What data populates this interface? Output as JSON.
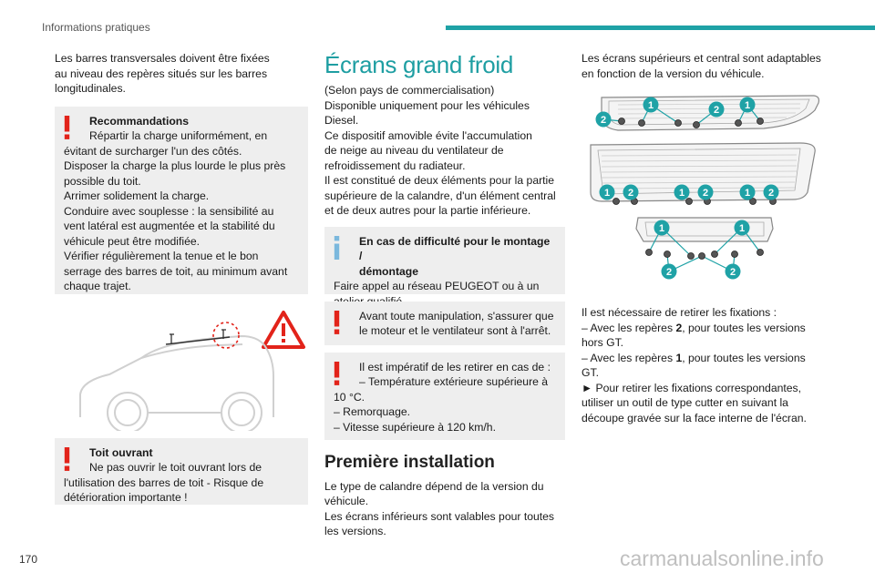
{
  "header": {
    "title": "Informations pratiques"
  },
  "page_number": "170",
  "watermark": "carmanualsonline.info",
  "col1": {
    "intro": [
      "Les barres transversales doivent être fixées",
      "au niveau des repères situés sur les barres",
      "longitudinales."
    ],
    "reco": {
      "title": "Recommandations",
      "first": "Répartir la charge uniformément, en",
      "lines": [
        "évitant de surcharger l'un des côtés.",
        "Disposer la charge la plus lourde le plus près",
        "possible du toit.",
        "Arrimer solidement la charge.",
        "Conduire avec souplesse : la sensibilité au",
        "vent latéral est augmentée et la stabilité du",
        "véhicule peut être modifiée.",
        "Vérifier régulièrement la tenue et le bon",
        "serrage des barres de toit, au minimum avant",
        "chaque trajet."
      ]
    },
    "roof": {
      "title": "Toit ouvrant",
      "first": "Ne pas ouvrir le toit ouvrant lors de",
      "lines": [
        "l'utilisation des barres de toit - Risque de",
        "détérioration importante !"
      ]
    }
  },
  "col2": {
    "heading": "Écrans grand froid",
    "body": [
      "(Selon pays de commercialisation)",
      "Disponible uniquement pour les véhicules",
      "Diesel.",
      "Ce dispositif amovible évite l'accumulation",
      "de neige au niveau du ventilateur de",
      "refroidissement du radiateur.",
      "Il est constitué de deux éléments pour la partie",
      "supérieure de la calandre, d'un élément central",
      "et de deux autres pour la partie inférieure."
    ],
    "info": {
      "title1": "En cas de difficulté pour le montage /",
      "title2": "démontage",
      "lines": [
        "Faire appel au réseau PEUGEOT ou à un",
        "atelier qualifié."
      ]
    },
    "warn1": {
      "lines": [
        "Avant toute manipulation, s'assurer que",
        "le moteur et le ventilateur sont à l'arrêt."
      ]
    },
    "warn2": {
      "first": "Il est impératif de les retirer en cas de :",
      "second": "–  Température extérieure supérieure à",
      "lines": [
        "10 °C.",
        "–  Remorquage.",
        "–  Vitesse supérieure à 120 km/h."
      ]
    },
    "heading2": "Première installation",
    "body2": [
      "Le type de calandre dépend de la version du",
      "véhicule.",
      "Les écrans inférieurs sont valables pour toutes",
      "les versions."
    ]
  },
  "col3": {
    "intro": [
      "Les écrans supérieurs et central sont adaptables",
      "en fonction de la version du véhicule."
    ],
    "labels": {
      "one": "1",
      "two": "2"
    },
    "body_l1": "Il est nécessaire de retirer les fixations :",
    "body_l2_pre": "–  Avec les repères ",
    "body_l2_bold": "2",
    "body_l2_post": ", pour toutes les versions",
    "body_l3": "hors GT.",
    "body_l4_pre": "–  Avec les repères ",
    "body_l4_bold": "1",
    "body_l4_post": ", pour toutes les versions",
    "body_l5": "GT.",
    "body_l6": "►  Pour retirer les fixations correspondantes,",
    "body_l7": "utiliser un outil de type cutter en suivant la",
    "body_l8": "découpe gravée sur la face interne de l'écran."
  },
  "colors": {
    "accent": "#1fa2a6",
    "warning": "#e2231a",
    "box_bg": "#eeeeee",
    "info": "#7bb8dd"
  }
}
